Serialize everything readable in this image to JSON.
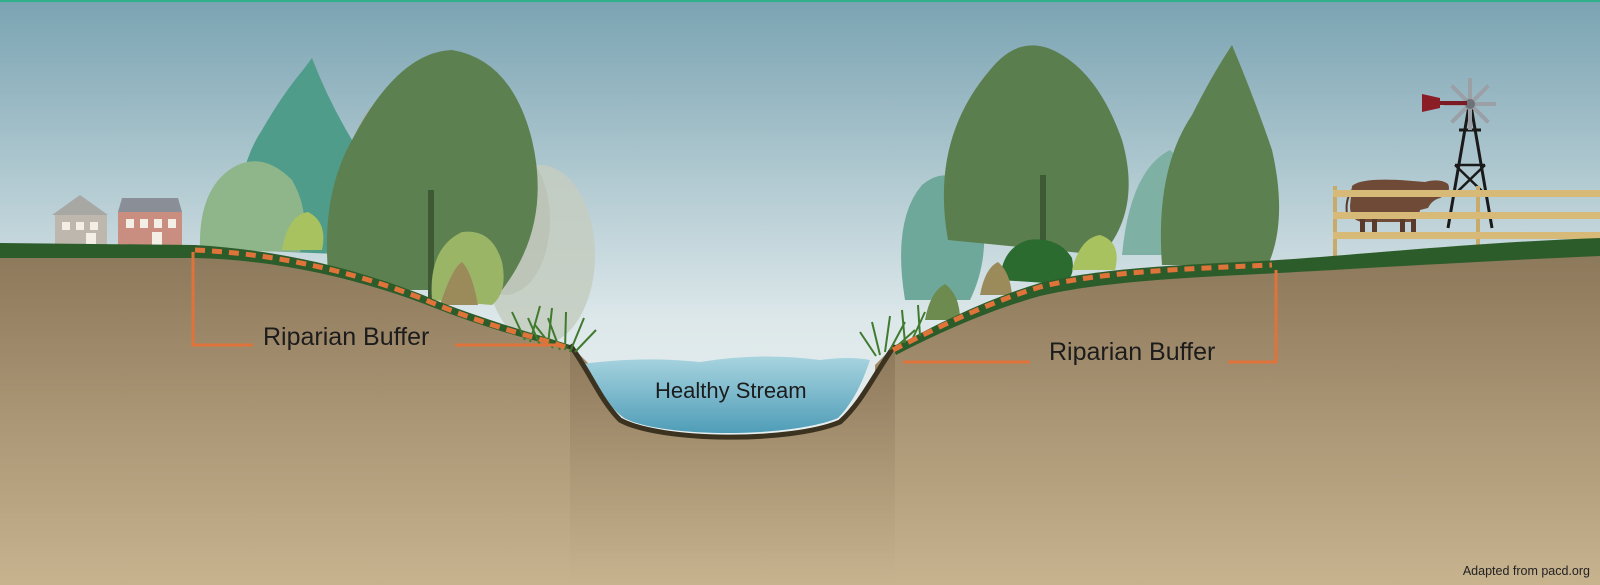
{
  "labels": {
    "left_buffer": "Riparian Buffer",
    "right_buffer": "Riparian Buffer",
    "stream": "Healthy Stream",
    "credit": "Adapted from pacd.org"
  },
  "colors": {
    "sky_top": "#7fa7b5",
    "sky_bottom": "#f1f5f4",
    "soil_top": "#8f7b5b",
    "soil_bottom": "#c6b08c",
    "grass": "#2f5e2c",
    "water": "#6fb0c6",
    "buffer_marker": "#e0733a",
    "tree_dark": "#5a7d4a",
    "tree_teal": "#4f9888",
    "tree_light": "#9cb07f"
  },
  "icons": [
    "house-icon",
    "windmill-icon",
    "cow-icon",
    "fence-icon"
  ]
}
